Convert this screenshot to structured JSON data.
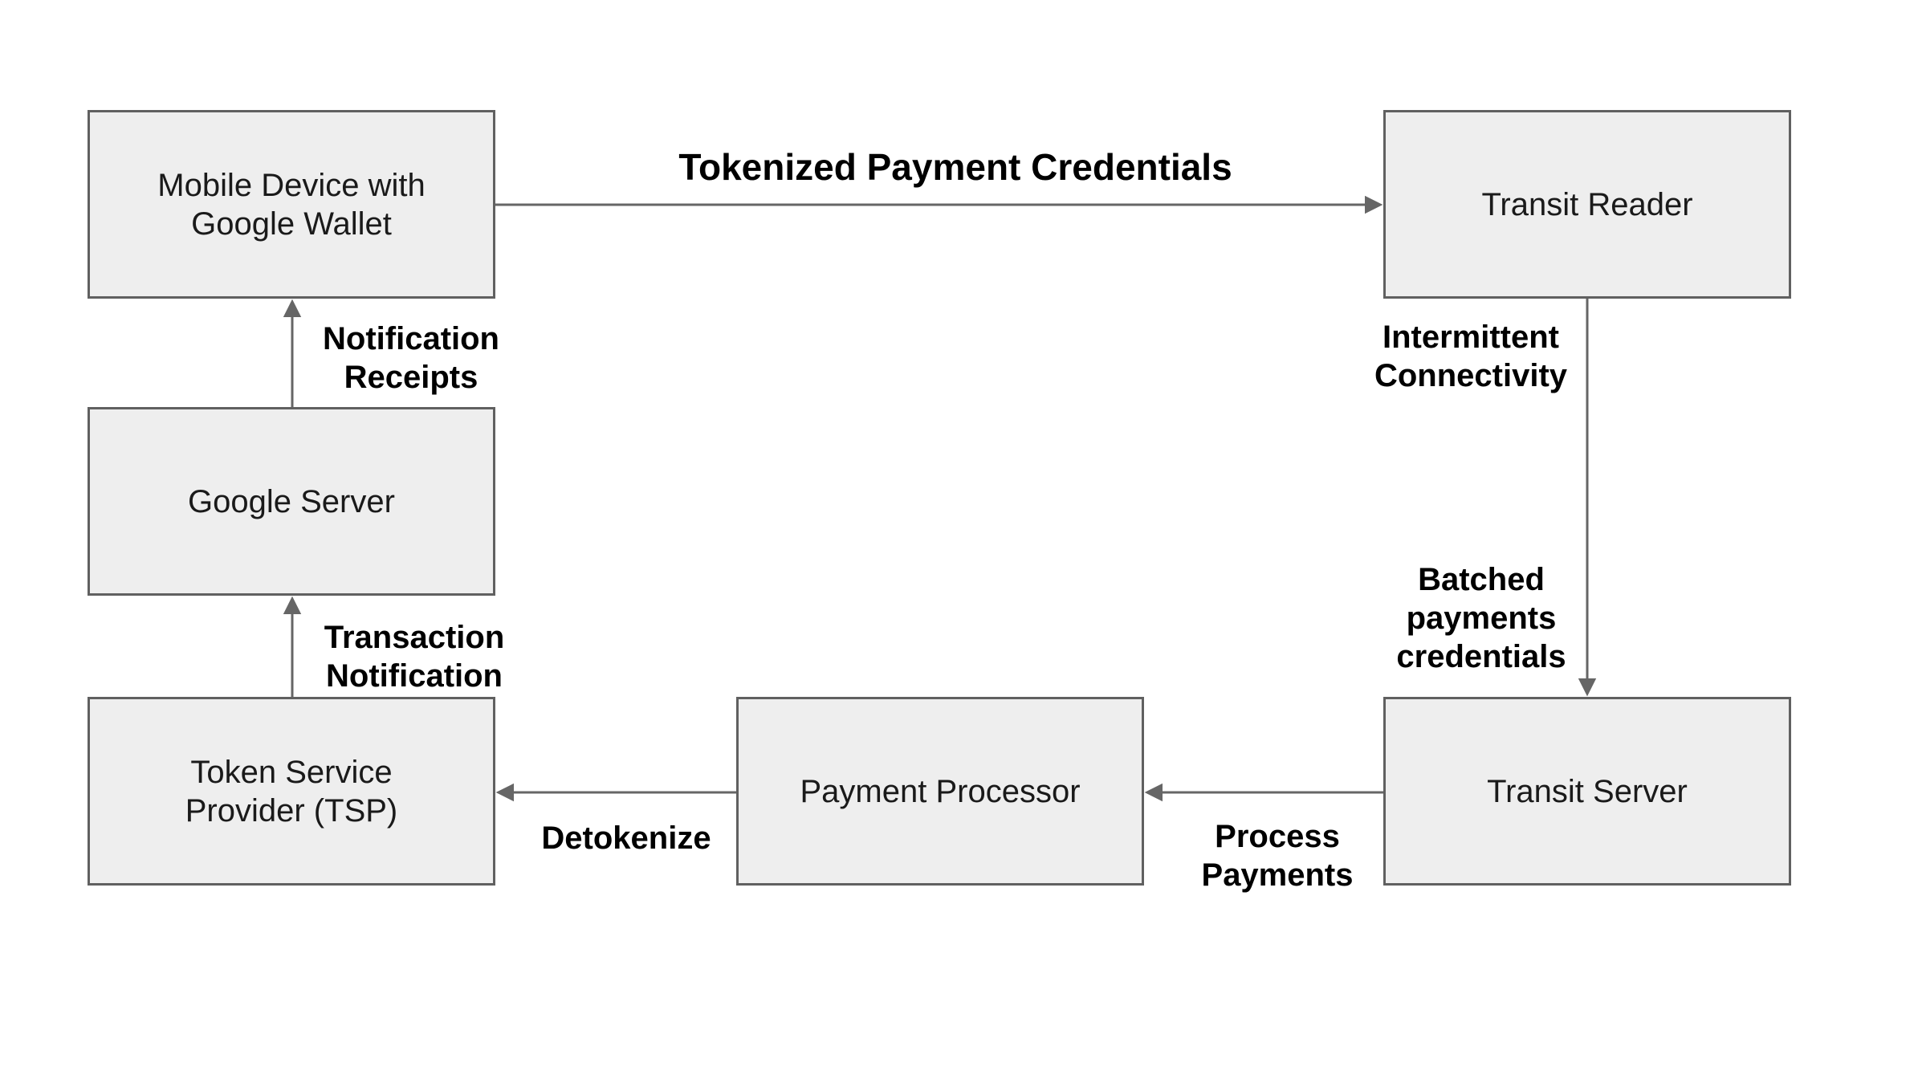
{
  "diagram": {
    "colors": {
      "background": "#ffffff",
      "node_fill": "#eeeeee",
      "node_border": "#606060",
      "node_text": "#1a1a1a",
      "arrow": "#666666",
      "label_text": "#000000"
    },
    "nodes": {
      "mobile_device": {
        "label": [
          "Mobile Device with",
          "Google Wallet"
        ]
      },
      "transit_reader": {
        "label": "Transit Reader"
      },
      "google_server": {
        "label": "Google Server"
      },
      "token_service_provider": {
        "label": [
          "Token Service",
          "Provider (TSP)"
        ]
      },
      "payment_processor": {
        "label": "Payment Processor"
      },
      "transit_server": {
        "label": "Transit Server"
      }
    },
    "edges": {
      "tokenized_payment_credentials": {
        "label": "Tokenized Payment Credentials",
        "from": "mobile_device",
        "to": "transit_reader",
        "direction": "right"
      },
      "intermittent_connectivity": {
        "label": [
          "Intermittent",
          "Connectivity"
        ],
        "from": "transit_reader",
        "to": "transit_server",
        "direction": "down"
      },
      "batched_payments_credentials": {
        "label": [
          "Batched",
          "payments",
          "credentials"
        ],
        "from": "transit_reader",
        "to": "transit_server",
        "direction": "down"
      },
      "process_payments": {
        "label": [
          "Process",
          "Payments"
        ],
        "from": "transit_server",
        "to": "payment_processor",
        "direction": "left"
      },
      "detokenize": {
        "label": "Detokenize",
        "from": "payment_processor",
        "to": "token_service_provider",
        "direction": "left"
      },
      "transaction_notification": {
        "label": [
          "Transaction",
          "Notification"
        ],
        "from": "token_service_provider",
        "to": "google_server",
        "direction": "up"
      },
      "notification_receipts": {
        "label": [
          "Notification",
          "Receipts"
        ],
        "from": "google_server",
        "to": "mobile_device",
        "direction": "up"
      }
    }
  }
}
